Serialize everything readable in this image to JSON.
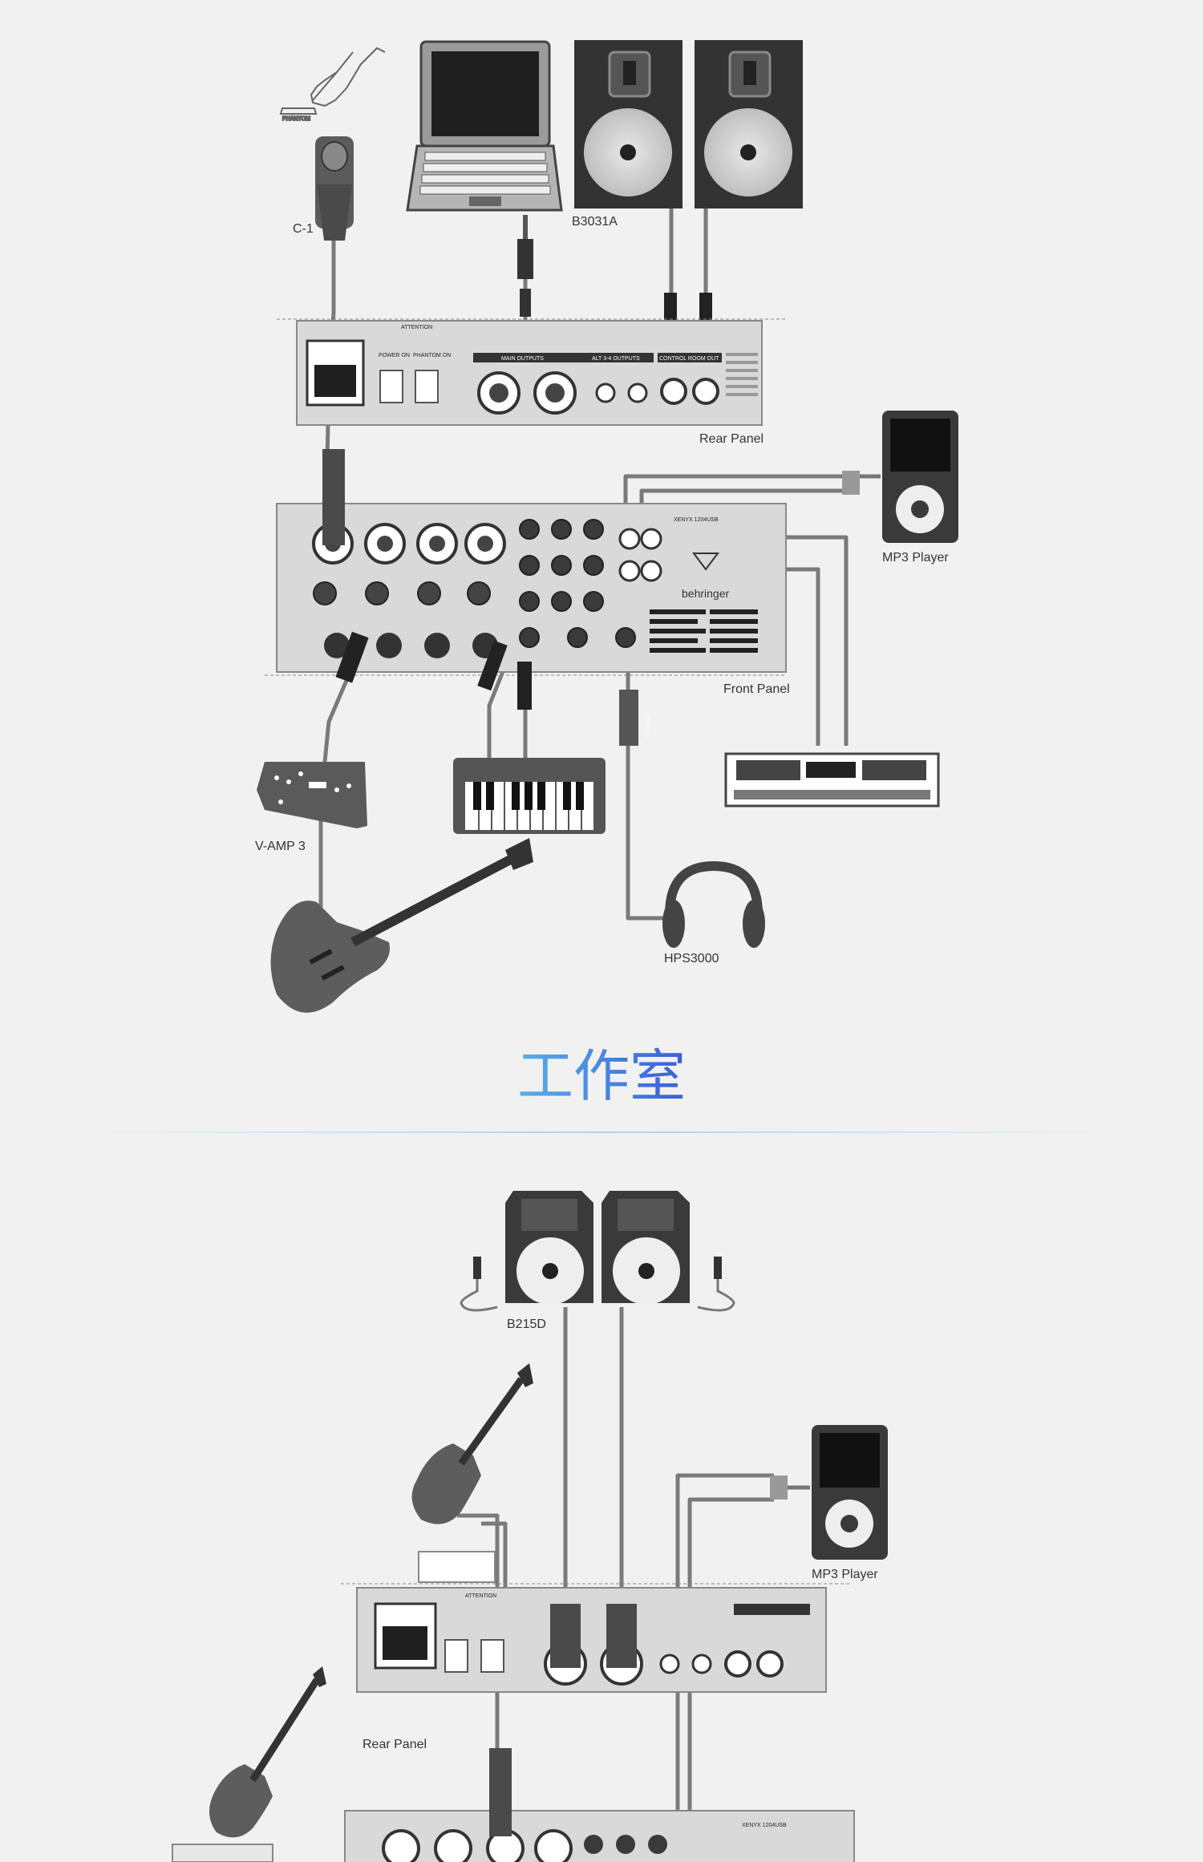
{
  "diagram_top": {
    "labels": {
      "c1": "C-1",
      "speaker": "B3031A",
      "rear_panel": "Rear Panel",
      "mp3": "MP3 Player",
      "front_panel": "Front Panel",
      "vamp": "V-AMP 3",
      "headphones": "HPS3000",
      "stereo": "STEREO",
      "attention": "ATTENTION",
      "main_outputs": "MAIN OUTPUTS",
      "alt_outputs": "ALT 3-4 OUTPUTS",
      "control_room": "CONTROL ROOM OUT",
      "power": "POWER ON",
      "phantom": "PHANTOM ON",
      "brand": "behringer",
      "model": "XENYX 1204USB"
    }
  },
  "section_title": "工作室",
  "diagram_bottom": {
    "labels": {
      "speaker": "B215D",
      "mp3": "MP3 Player",
      "rear_panel": "Rear Panel",
      "attention": "ATTENTION",
      "model": "XENYX 1204USB"
    }
  },
  "colors": {
    "background": "#f1f1f1",
    "cable": "#7a7a7a",
    "device_dark": "#444444",
    "panel": "#d9d9d9",
    "title_start": "#5ab0e8",
    "title_end": "#3a5fd6",
    "divider": "#a8d6ef"
  }
}
